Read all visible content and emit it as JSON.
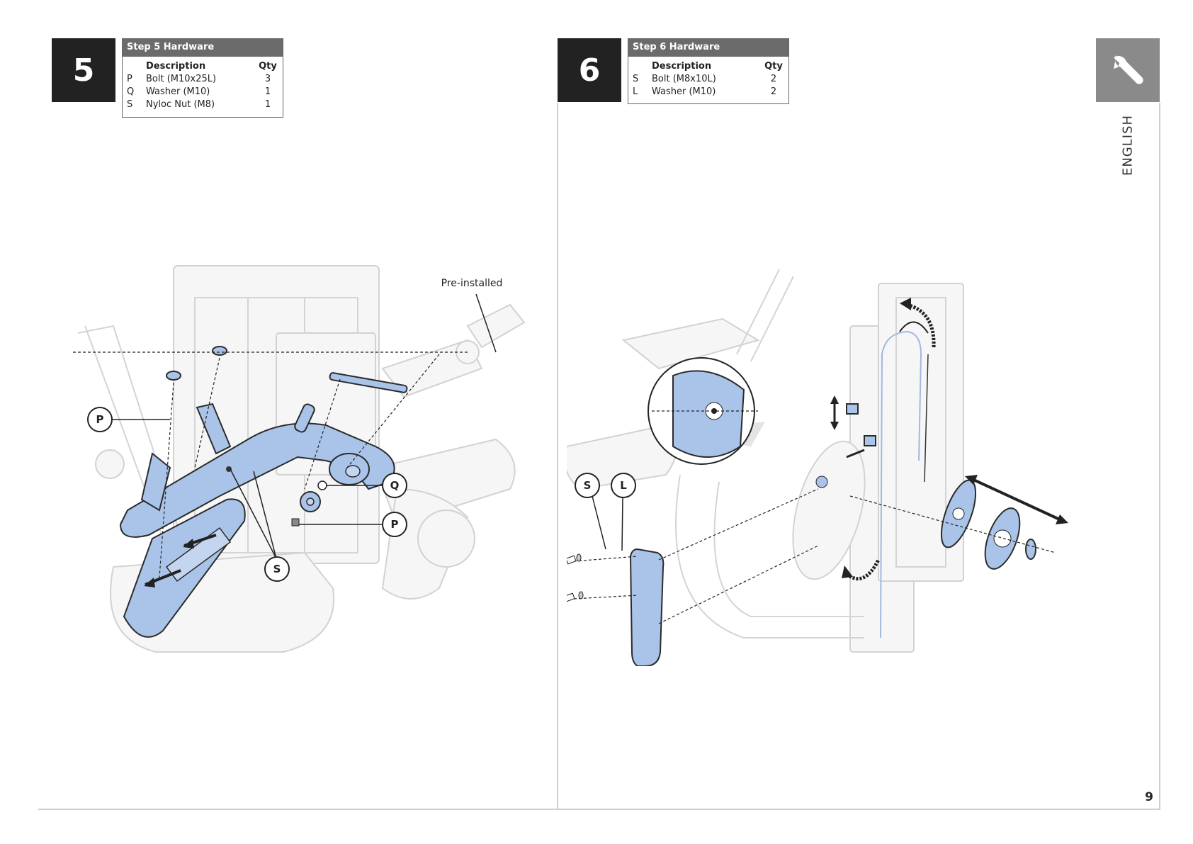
{
  "step5": {
    "number": "5",
    "table_title": "Step 5 Hardware",
    "col_description": "Description",
    "col_qty": "Qty",
    "rows": [
      {
        "code": "P",
        "description": "Bolt (M10x25L)",
        "qty": "3"
      },
      {
        "code": "Q",
        "description": "Washer (M10)",
        "qty": "1"
      },
      {
        "code": "S",
        "description": "Nyloc Nut (M8)",
        "qty": "1"
      }
    ],
    "callouts": [
      "P",
      "Q",
      "P",
      "S"
    ],
    "note": "Pre-installed"
  },
  "step6": {
    "number": "6",
    "table_title": "Step 6 Hardware",
    "col_description": "Description",
    "col_qty": "Qty",
    "rows": [
      {
        "code": "S",
        "description": "Bolt (M8x10L)",
        "qty": "2"
      },
      {
        "code": "L",
        "description": "Washer (M10)",
        "qty": "2"
      }
    ],
    "callouts": [
      "S",
      "L"
    ]
  },
  "sidebar": {
    "icon": "wrench-icon",
    "label": "ENGLISH"
  },
  "page_number": "9",
  "colors": {
    "part_blue": "#a9c4e8",
    "step_box": "#222222",
    "table_header": "#6b6b6b",
    "tab": "#8a8a8a"
  }
}
